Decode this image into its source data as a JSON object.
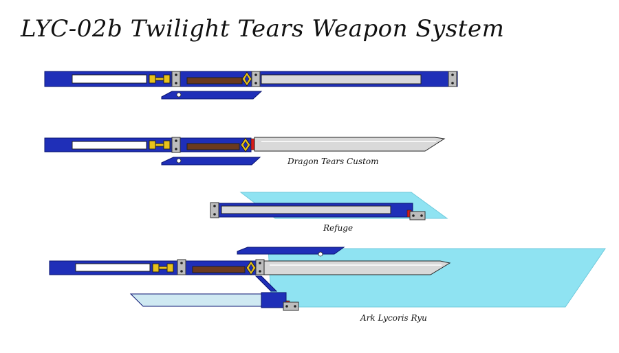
{
  "title": "LYC-02b Twilight Tears Weapon System",
  "captions": {
    "dragon_tears": "Dragon Tears Custom",
    "refuge": "Refuge",
    "ark": "Ark Lycoris Ryu"
  },
  "colors": {
    "blue": "#1f2fb8",
    "dark_outline": "#0a1470",
    "white_slot": "#ffffff",
    "gold": "#e8c21a",
    "grip_brown": "#6b3a1e",
    "metal_grey": "#b9b9b9",
    "blade_silver": "#d9d9d9",
    "red_accent": "#d61a1a",
    "energy_cyan": "#8fe3f2"
  }
}
